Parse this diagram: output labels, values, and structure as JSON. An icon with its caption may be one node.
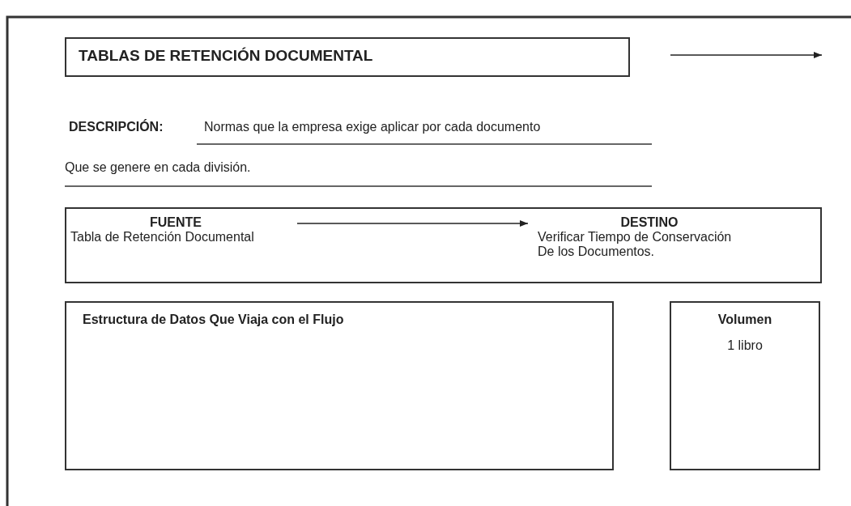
{
  "diagram": {
    "nodes": [
      {
        "text": [
          "TABLAS DE RETENCIÓN DOCUMENTAL"
        ]
      },
      {
        "text": [],
        "shape": "box"
      },
      {
        "text": [
          "FUENTE",
          "Tabla de Retención Documental"
        ],
        "in": 1
      },
      {
        "text": [
          "DESTINO",
          "Verificar Tiempo de Conservación De los Documentos."
        ],
        "in": 1
      },
      {
        "text": [
          "Estructura de Datos Que Viaja con el Flujo"
        ]
      },
      {
        "text": [
          "Volumen",
          "1 libro"
        ]
      }
    ],
    "edges": [
      {
        "from": 2,
        "to": 3,
        "arrow": "to"
      }
    ],
    "labels": [
      "DESCRIPCIÓN:",
      "Normas que la empresa exige aplicar por cada documento",
      "Que se genere en cada división."
    ]
  }
}
